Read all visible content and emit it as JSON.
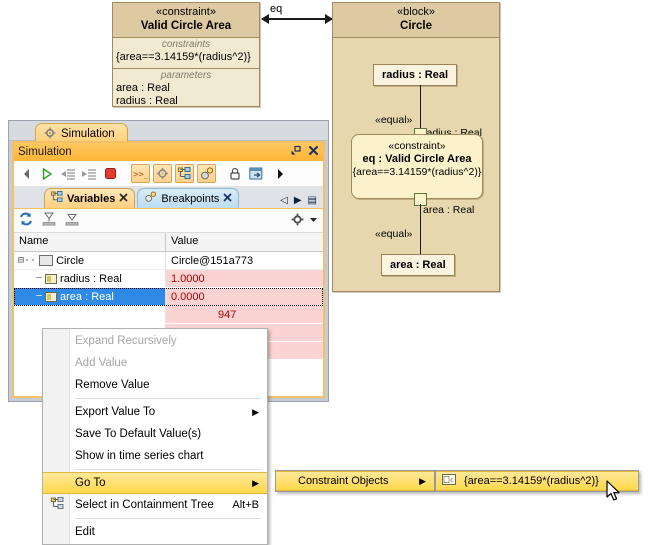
{
  "diagram": {
    "constraint_block": {
      "stereotype": "«constraint»",
      "name": "Valid Circle Area",
      "compartments": [
        {
          "caption": "constraints",
          "lines": [
            "{area==3.14159*(radius^2)}"
          ]
        },
        {
          "caption": "parameters",
          "lines": [
            "area : Real",
            "radius : Real"
          ]
        }
      ]
    },
    "connector_label": "eq",
    "block": {
      "stereotype": "«block»",
      "name": "Circle",
      "top_port": "radius : Real",
      "bottom_port": "area : Real",
      "inner_constraint": {
        "stereotype": "«constraint»",
        "name": "eq : Valid Circle Area",
        "expression": "{area==3.14159*(radius^2)}"
      },
      "bindings": [
        {
          "stereotype": "«equal»",
          "end_label": "radius : Real"
        },
        {
          "stereotype": "«equal»",
          "end_label": "area : Real"
        }
      ]
    }
  },
  "simulation_window": {
    "outer_tab": {
      "label": "Simulation",
      "icon": "gear-icon"
    },
    "title": "Simulation",
    "title_buttons": {
      "restore": "restore-icon",
      "close": "close-icon"
    },
    "toolbar": [
      {
        "name": "step-back-button",
        "glyph": "◀"
      },
      {
        "name": "run-button",
        "glyph": "▶"
      },
      {
        "name": "step-into-button",
        "glyph": "⇲"
      },
      {
        "name": "step-over-button",
        "glyph": "⇱"
      },
      {
        "name": "stop-button",
        "glyph": "■"
      },
      {
        "name": "console-toggle-button",
        "glyph": ">>_"
      },
      {
        "name": "options-button",
        "glyph": "gear"
      },
      {
        "name": "variables-toggle-button",
        "glyph": "tree"
      },
      {
        "name": "breakpoints-toggle-button",
        "glyph": "bp"
      },
      {
        "name": "lock-button",
        "glyph": "lock"
      },
      {
        "name": "export-button",
        "glyph": "export"
      },
      {
        "name": "more-button",
        "glyph": "▶"
      }
    ],
    "tabs": [
      {
        "label": "Variables",
        "active": true,
        "closable": true,
        "icon": "tree-icon"
      },
      {
        "label": "Breakpoints",
        "active": false,
        "closable": true,
        "icon": "breakpoint-icon"
      }
    ],
    "tab_nav": {
      "prev": "◁",
      "next": "▶",
      "list": "▤"
    },
    "variables_toolbar": [
      {
        "name": "refresh-button",
        "glyph": "⟳"
      },
      {
        "name": "collapse-all-button",
        "glyph": "⇥"
      },
      {
        "name": "expand-all-button",
        "glyph": "⇤"
      },
      {
        "name": "settings-button",
        "glyph": "⚙"
      },
      {
        "name": "settings-dropdown",
        "glyph": "▾"
      }
    ],
    "table": {
      "columns": [
        "Name",
        "Value"
      ],
      "rows": [
        {
          "name": "Circle",
          "value": "Circle@151a773",
          "indent": 0,
          "icon": "block-instance-icon",
          "expander": "collapse",
          "highlight": "none",
          "selected": false
        },
        {
          "name": "radius : Real",
          "value": "1.0000",
          "indent": 1,
          "icon": "value-property-icon",
          "expander": "none",
          "highlight": "changed",
          "selected": false
        },
        {
          "name": "area : Real",
          "value": "0.0000",
          "indent": 1,
          "icon": "value-property-icon",
          "expander": "none",
          "highlight": "changed",
          "selected": true
        },
        {
          "name": "",
          "value": "947",
          "indent": 1,
          "icon": "none",
          "expander": "none",
          "highlight": "changed",
          "selected": false
        },
        {
          "name": "",
          "value": "",
          "indent": 1,
          "icon": "none",
          "expander": "none",
          "highlight": "changed",
          "selected": false
        },
        {
          "name": "",
          "value": "",
          "indent": 1,
          "icon": "none",
          "expander": "none",
          "highlight": "changed",
          "selected": false
        }
      ]
    }
  },
  "context_menu": {
    "items": [
      {
        "label": "Expand Recursively",
        "enabled": false,
        "submenu": false,
        "accel": "",
        "icon": "none",
        "highlighted": false,
        "separator_after": false
      },
      {
        "label": "Add Value",
        "enabled": false,
        "submenu": false,
        "accel": "",
        "icon": "none",
        "highlighted": false,
        "separator_after": false
      },
      {
        "label": "Remove Value",
        "enabled": true,
        "submenu": false,
        "accel": "",
        "icon": "none",
        "highlighted": false,
        "separator_after": true
      },
      {
        "label": "Export Value To",
        "enabled": true,
        "submenu": true,
        "accel": "",
        "icon": "none",
        "highlighted": false,
        "separator_after": false
      },
      {
        "label": "Save To Default Value(s)",
        "enabled": true,
        "submenu": false,
        "accel": "",
        "icon": "none",
        "highlighted": false,
        "separator_after": false
      },
      {
        "label": "Show in time series chart",
        "enabled": true,
        "submenu": false,
        "accel": "",
        "icon": "none",
        "highlighted": false,
        "separator_after": true
      },
      {
        "label": "Go To",
        "enabled": true,
        "submenu": true,
        "accel": "",
        "icon": "none",
        "highlighted": true,
        "separator_after": false
      },
      {
        "label": "Select in Containment Tree",
        "enabled": true,
        "submenu": false,
        "accel": "Alt+B",
        "icon": "containment-tree-icon",
        "highlighted": false,
        "separator_after": false
      },
      {
        "label": "Edit",
        "enabled": true,
        "submenu": false,
        "accel": "",
        "icon": "none",
        "highlighted": false,
        "separator_after": false
      }
    ]
  },
  "submenu_goto": {
    "items": [
      {
        "label": "Constraint Objects",
        "submenu": true,
        "highlighted": true
      }
    ]
  },
  "submenu_constraint_objects": {
    "items": [
      {
        "label": "{area==3.14159*(radius^2)}",
        "icon": "constraint-object-icon",
        "highlighted": true
      }
    ]
  },
  "colors": {
    "block_header": "#ddc9a2",
    "block_body": "#e6d7ae",
    "constraint_body": "#f2ead0",
    "inner_constraint": "#fbf2cb",
    "title_bar": "#ffc052",
    "selection_blue": "#2e8ae6",
    "changed_value_bg": "#fbd3d3",
    "changed_value_fg": "#b00000",
    "menu_highlight": "#ffd84a"
  }
}
